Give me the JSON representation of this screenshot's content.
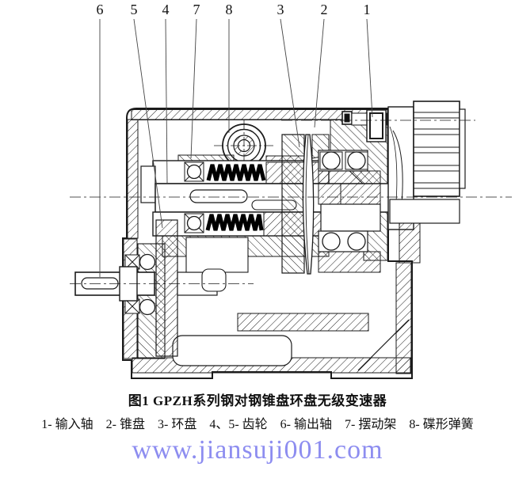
{
  "figure": {
    "callout_labels": [
      "6",
      "5",
      "4",
      "7",
      "8",
      "3",
      "2",
      "1"
    ],
    "caption": "图1 GPZH系列钢对钢锥盘环盘无级变速器",
    "legend_entries": [
      "1- 输入轴",
      "2- 锥盘",
      "3- 环盘",
      "4、5- 齿轮",
      "6- 输出轴",
      "7- 摆动架",
      "8- 碟形弹簧"
    ],
    "watermark": "www.jiansuji001.com",
    "colors": {
      "ink": "#1b1b1b",
      "watermark": "#8d8df0"
    }
  }
}
